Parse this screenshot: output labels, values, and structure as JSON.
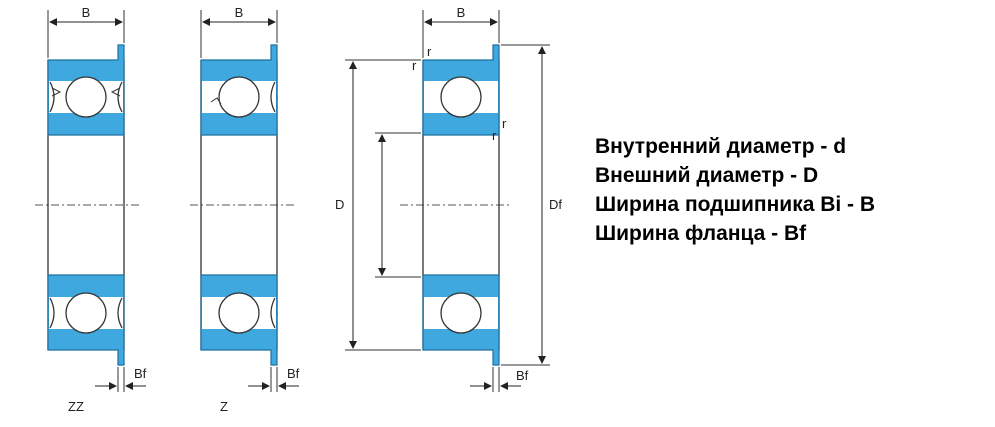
{
  "labels": {
    "b": "B",
    "d_outer": "D",
    "df": "Df",
    "bf": "Bf",
    "r": "r",
    "zz": "ZZ",
    "z": "Z"
  },
  "legend": [
    "Внутренний диаметр - d",
    "Внешний диаметр - D",
    "Ширина подшипника Bi - B",
    "Ширина фланца - Bf"
  ],
  "colors": {
    "ring": "#3fa8df",
    "ring_outline": "#1f6f9e",
    "ball": "#ffffff",
    "line": "#333333",
    "text": "#000000"
  }
}
